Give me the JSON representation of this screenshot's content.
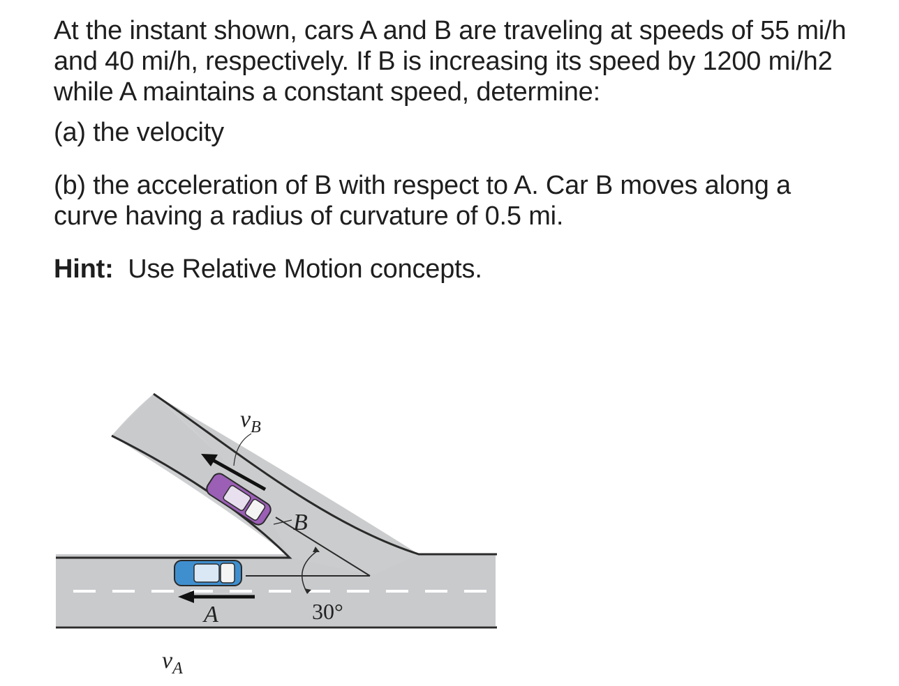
{
  "problem": {
    "intro_pre": "At the instant shown, cars A and B are traveling at speeds of 55 mi/h and 40 mi/h, respectively. If B is increasing its speed by 1200 mi/h",
    "intro_sup": "2",
    "intro_post": " while A maintains a constant speed, determine:",
    "part_a": "(a) the velocity",
    "part_b": "(b) the acceleration of B with respect to A. Car B moves along a curve having a radius of curvature of 0.5 mi.",
    "hint_label": "Hint:",
    "hint_text": "  Use Relative Motion concepts."
  },
  "figure": {
    "vB_label": "v",
    "vB_sub": "B",
    "vA_label": "v",
    "vA_sub": "A",
    "car_B_label": "B",
    "car_A_label": "A",
    "angle_label": "30°"
  }
}
